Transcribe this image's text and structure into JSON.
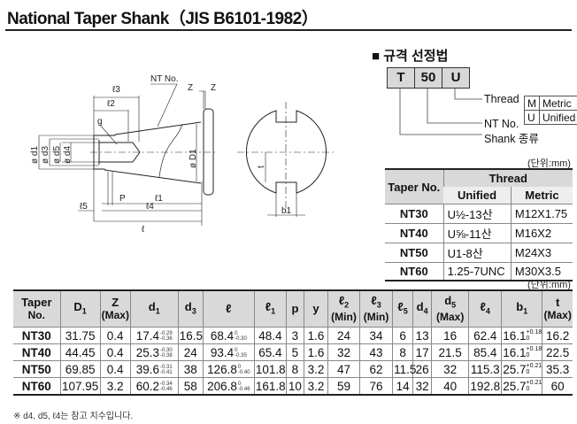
{
  "title": "National Taper Shank（JIS B6101-1982）",
  "drawing": {
    "labels": {
      "l3": "ℓ3",
      "l2": "ℓ2",
      "nt_no": "NT No.",
      "z_left": "Z",
      "z_right": "Z",
      "g": "g",
      "d1": "ø d1",
      "d3": "ø d3",
      "d5": "ø d5",
      "d4": "ø d4",
      "D1": "ø D1",
      "p": "P",
      "l1": "ℓ1",
      "l4": "ℓ4",
      "l5": "ℓ5",
      "l": "ℓ",
      "t": "t",
      "b1": "b1"
    }
  },
  "selection": {
    "heading": "■ 규격 선정법",
    "codes": [
      "T",
      "50",
      "U"
    ],
    "thread_label": "Thread",
    "nt_label": "NT No.",
    "shank_label": "Shank 종류",
    "thread_types": [
      {
        "code": "M",
        "name": "Metric"
      },
      {
        "code": "U",
        "name": "Unified"
      }
    ]
  },
  "thread_table": {
    "unit": "(단위:mm)",
    "header_taper": "Taper No.",
    "header_thread": "Thread",
    "header_unified": "Unified",
    "header_metric": "Metric",
    "rows": [
      {
        "taper": "NT30",
        "unified": "U½-13산",
        "metric": "M12X1.75"
      },
      {
        "taper": "NT40",
        "unified": "U⅝-11산",
        "metric": "M16X2"
      },
      {
        "taper": "NT50",
        "unified": "U1-8산",
        "metric": "M24X3"
      },
      {
        "taper": "NT60",
        "unified": "1.25-7UNC",
        "metric": "M30X3.5"
      }
    ]
  },
  "main_table": {
    "unit": "(단위:mm)",
    "headers": [
      {
        "m": "Taper",
        "s": "",
        "n": "No."
      },
      {
        "m": "D",
        "s": "1",
        "n": ""
      },
      {
        "m": "Z",
        "s": "",
        "n": "(Max)"
      },
      {
        "m": "d",
        "s": "1",
        "n": ""
      },
      {
        "m": "d",
        "s": "3",
        "n": ""
      },
      {
        "m": "ℓ",
        "s": "",
        "n": ""
      },
      {
        "m": "ℓ",
        "s": "1",
        "n": ""
      },
      {
        "m": "p",
        "s": "",
        "n": ""
      },
      {
        "m": "y",
        "s": "",
        "n": ""
      },
      {
        "m": "ℓ",
        "s": "2",
        "n": "(Min)"
      },
      {
        "m": "ℓ",
        "s": "3",
        "n": "(Min)"
      },
      {
        "m": "ℓ",
        "s": "5",
        "n": ""
      },
      {
        "m": "d",
        "s": "4",
        "n": ""
      },
      {
        "m": "d",
        "s": "5",
        "n": "(Max)"
      },
      {
        "m": "ℓ",
        "s": "4",
        "n": ""
      },
      {
        "m": "b",
        "s": "1",
        "n": ""
      },
      {
        "m": "t",
        "s": "",
        "n": "(Max)"
      }
    ],
    "rows": [
      [
        {
          "v": "NT30"
        },
        {
          "v": "31.75"
        },
        {
          "v": "0.4"
        },
        {
          "v": "17.4",
          "up": "-0.29",
          "lo": "-0.36"
        },
        {
          "v": "16.5"
        },
        {
          "v": "68.4",
          "up": "0",
          "lo": "-0.30"
        },
        {
          "v": "48.4"
        },
        {
          "v": "3"
        },
        {
          "v": "1.6"
        },
        {
          "v": "24"
        },
        {
          "v": "34"
        },
        {
          "v": "6"
        },
        {
          "v": "13"
        },
        {
          "v": "16"
        },
        {
          "v": "62.4"
        },
        {
          "v": "16.1",
          "sup": "+0.18",
          "sub": "0"
        },
        {
          "v": "16.2"
        }
      ],
      [
        {
          "v": "NT40"
        },
        {
          "v": "44.45"
        },
        {
          "v": "0.4"
        },
        {
          "v": "25.3",
          "up": "-0.30",
          "lo": "-0.38"
        },
        {
          "v": "24"
        },
        {
          "v": "93.4",
          "up": "0",
          "lo": "-0.35"
        },
        {
          "v": "65.4"
        },
        {
          "v": "5"
        },
        {
          "v": "1.6"
        },
        {
          "v": "32"
        },
        {
          "v": "43"
        },
        {
          "v": "8"
        },
        {
          "v": "17"
        },
        {
          "v": "21.5"
        },
        {
          "v": "85.4"
        },
        {
          "v": "16.1",
          "sup": "+0.18",
          "sub": "0"
        },
        {
          "v": "22.5"
        }
      ],
      [
        {
          "v": "NT50"
        },
        {
          "v": "69.85"
        },
        {
          "v": "0.4"
        },
        {
          "v": "39.6",
          "up": "-0.31",
          "lo": "-0.41"
        },
        {
          "v": "38"
        },
        {
          "v": "126.8",
          "up": "0",
          "lo": "-0.40"
        },
        {
          "v": "101.8"
        },
        {
          "v": "8"
        },
        {
          "v": "3.2"
        },
        {
          "v": "47"
        },
        {
          "v": "62"
        },
        {
          "v": "11.5"
        },
        {
          "v": "26"
        },
        {
          "v": "32"
        },
        {
          "v": "115.3"
        },
        {
          "v": "25.7",
          "sup": "+0.21",
          "sub": "0"
        },
        {
          "v": "35.3"
        }
      ],
      [
        {
          "v": "NT60"
        },
        {
          "v": "107.95"
        },
        {
          "v": "3.2"
        },
        {
          "v": "60.2",
          "up": "-0.34",
          "lo": "-0.46"
        },
        {
          "v": "58"
        },
        {
          "v": "206.8",
          "up": "0",
          "lo": "-0.46"
        },
        {
          "v": "161.8"
        },
        {
          "v": "10"
        },
        {
          "v": "3.2"
        },
        {
          "v": "59"
        },
        {
          "v": "76"
        },
        {
          "v": "14"
        },
        {
          "v": "32"
        },
        {
          "v": "40"
        },
        {
          "v": "192.8"
        },
        {
          "v": "25.7",
          "sup": "+0.21",
          "sub": "0"
        },
        {
          "v": "60"
        }
      ]
    ],
    "note": "※ d4, d5, ℓ4는 참고 치수입니다."
  }
}
